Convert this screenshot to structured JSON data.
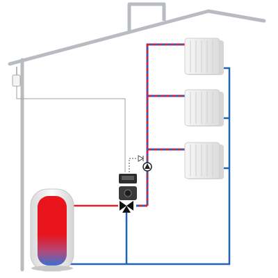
{
  "diagram": {
    "components": [
      "house-outline",
      "chimney",
      "outdoor-temperature-sensor",
      "heating-controller",
      "circulation-pump",
      "check-valve",
      "three-way-mixing-valve",
      "hot-water-storage-tank",
      "radiator",
      "radiator",
      "radiator"
    ],
    "colors": {
      "house": "#b8bcc1",
      "supply_pipe": "#e0202a",
      "supply_pipe_stripe": "#2b59c8",
      "return_pipe": "#1e63b8",
      "sensor_wire": "#9aa0a6",
      "tank_hot": "#e8141c",
      "tank_cold": "#3c6fd0",
      "tank_shell": "#f1f1f1",
      "radiator": "#ececec",
      "controller": "#2c2c2c"
    }
  }
}
